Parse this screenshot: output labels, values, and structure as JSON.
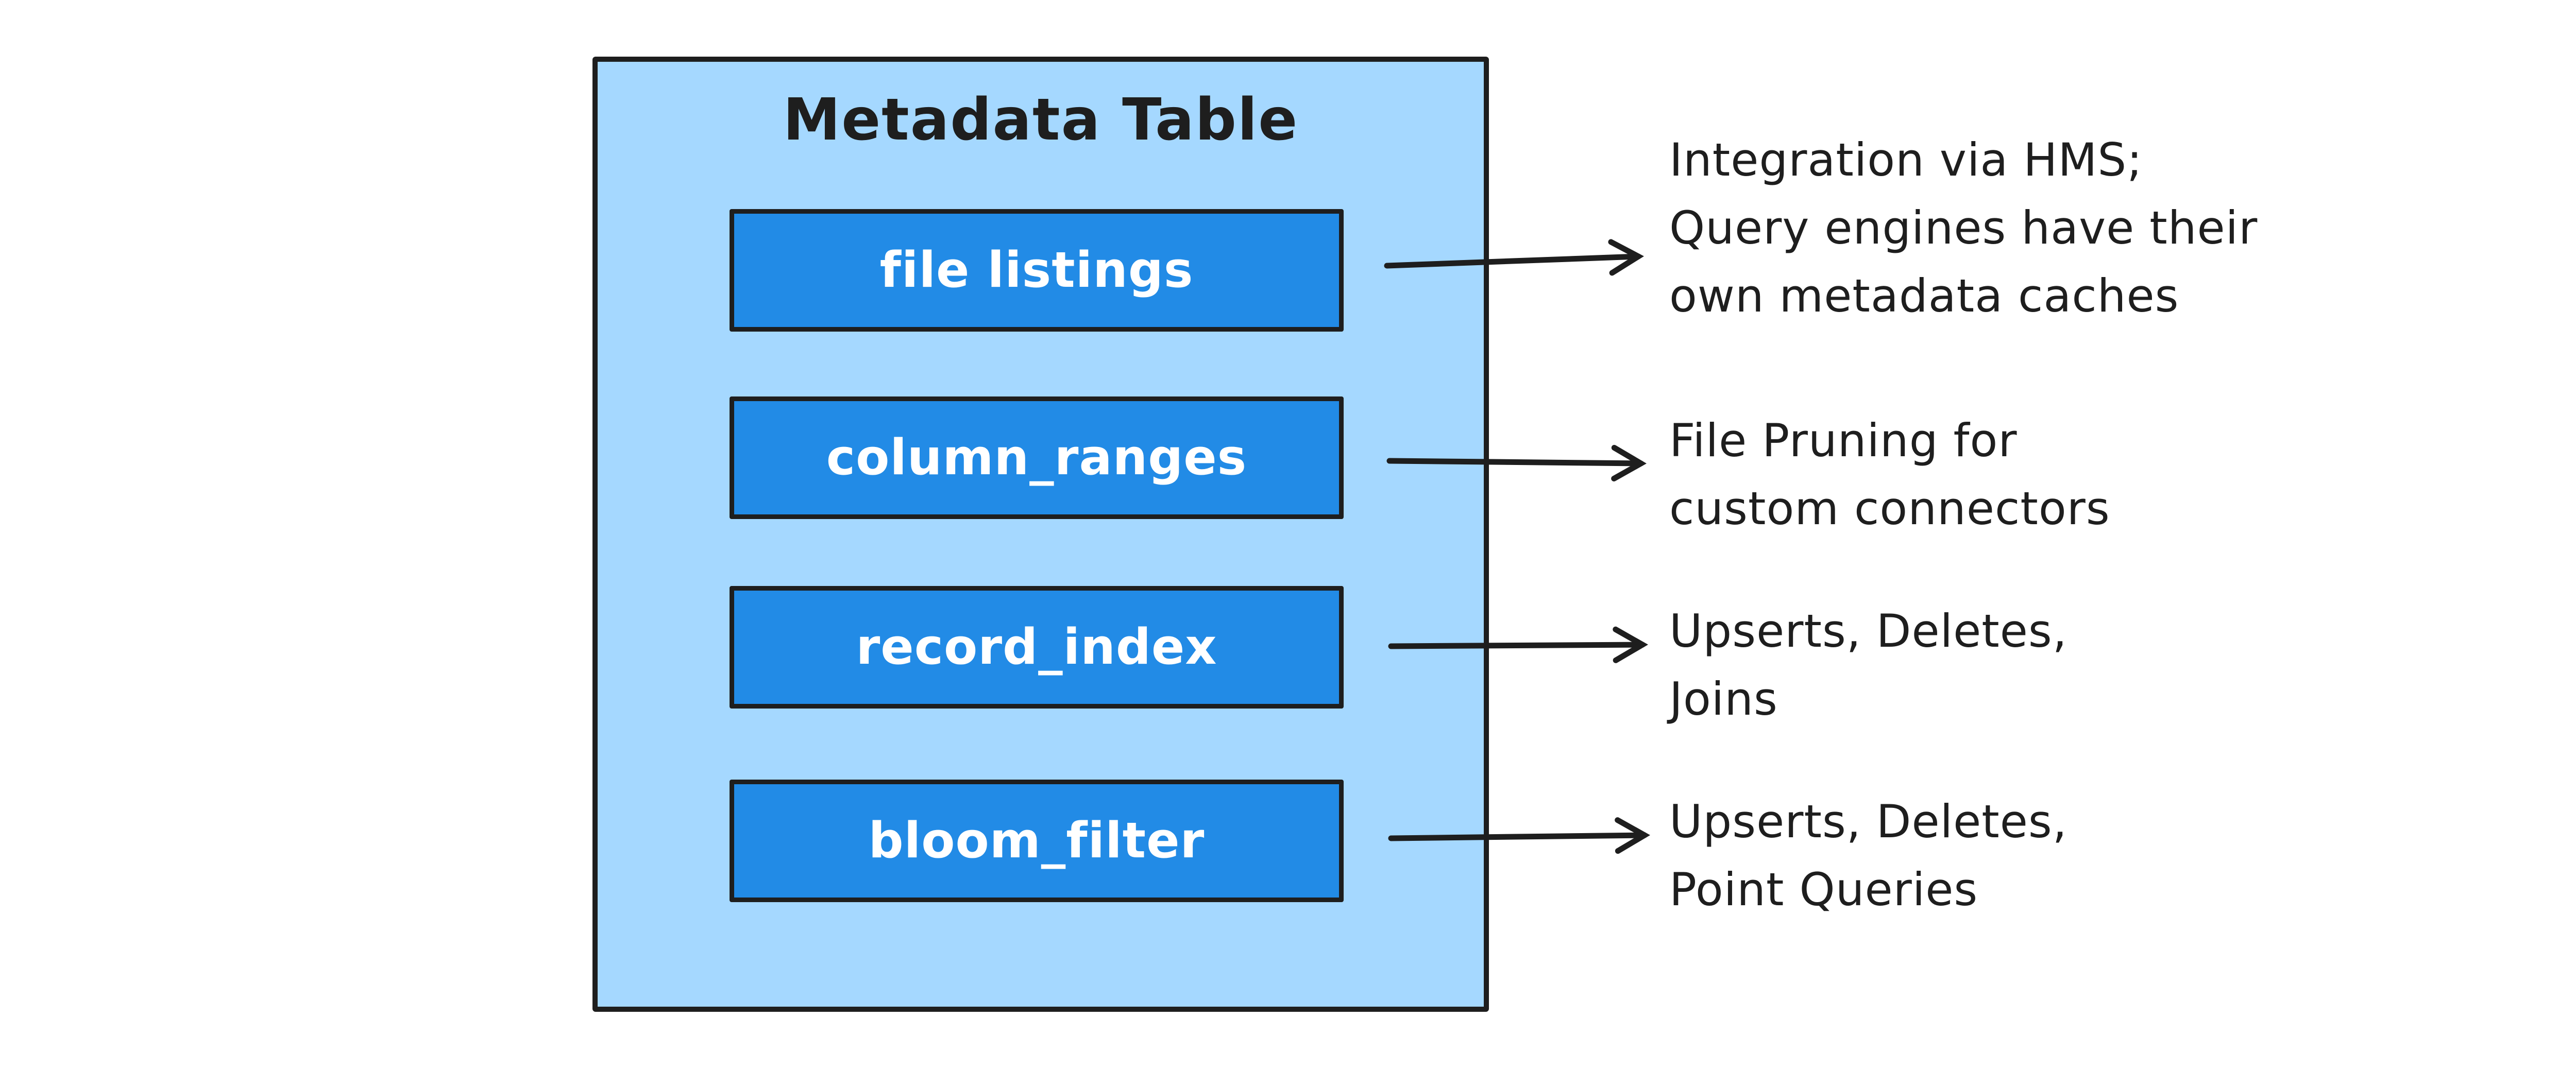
{
  "diagram": {
    "title": "Metadata Table",
    "rows": [
      {
        "label": "file listings",
        "note_lines": [
          "Integration via HMS;",
          "Query engines have their",
          "own metadata caches"
        ]
      },
      {
        "label": "column_ranges",
        "note_lines": [
          "File Pruning for",
          "custom connectors"
        ]
      },
      {
        "label": "record_index",
        "note_lines": [
          "Upserts, Deletes,",
          "Joins"
        ]
      },
      {
        "label": "bloom_filter",
        "note_lines": [
          "Upserts, Deletes,",
          "Point Queries"
        ]
      }
    ],
    "colors": {
      "background": "#ffffff",
      "container_fill": "#a5d8ff",
      "box_fill": "#228be6",
      "stroke": "#1e1e1e",
      "box_text": "#ffffff",
      "note_text": "#1e1e1e"
    }
  }
}
